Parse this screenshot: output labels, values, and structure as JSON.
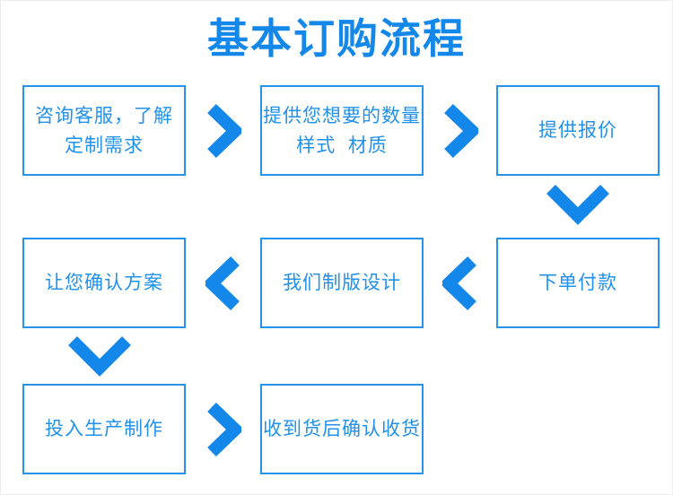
{
  "title": "基本订购流程",
  "colors": {
    "accent_blue": "#1487EB",
    "box_border_blue": "#2693EC",
    "box_text_blue": "#2291EC",
    "background": "#FFFFFF"
  },
  "icons": {
    "arrow_right": "chevron-right ❯",
    "arrow_left": "chevron-left ❮",
    "arrow_down": "chevron-down ⌄"
  },
  "flow": {
    "boxes": [
      {
        "step": 1,
        "lines": [
          "咨询客服，了解",
          "定制需求"
        ]
      },
      {
        "step": 2,
        "lines": [
          "提供您想要的数量",
          "样式  材质"
        ]
      },
      {
        "step": 3,
        "lines": [
          "提供报价"
        ]
      },
      {
        "step": 6,
        "lines": [
          "让您确认方案"
        ]
      },
      {
        "step": 5,
        "lines": [
          "我们制版设计"
        ]
      },
      {
        "step": 4,
        "lines": [
          "下单付款"
        ]
      },
      {
        "step": 7,
        "lines": [
          "投入生产制作"
        ]
      },
      {
        "step": 8,
        "lines": [
          "收到货后确认收货"
        ]
      }
    ]
  }
}
